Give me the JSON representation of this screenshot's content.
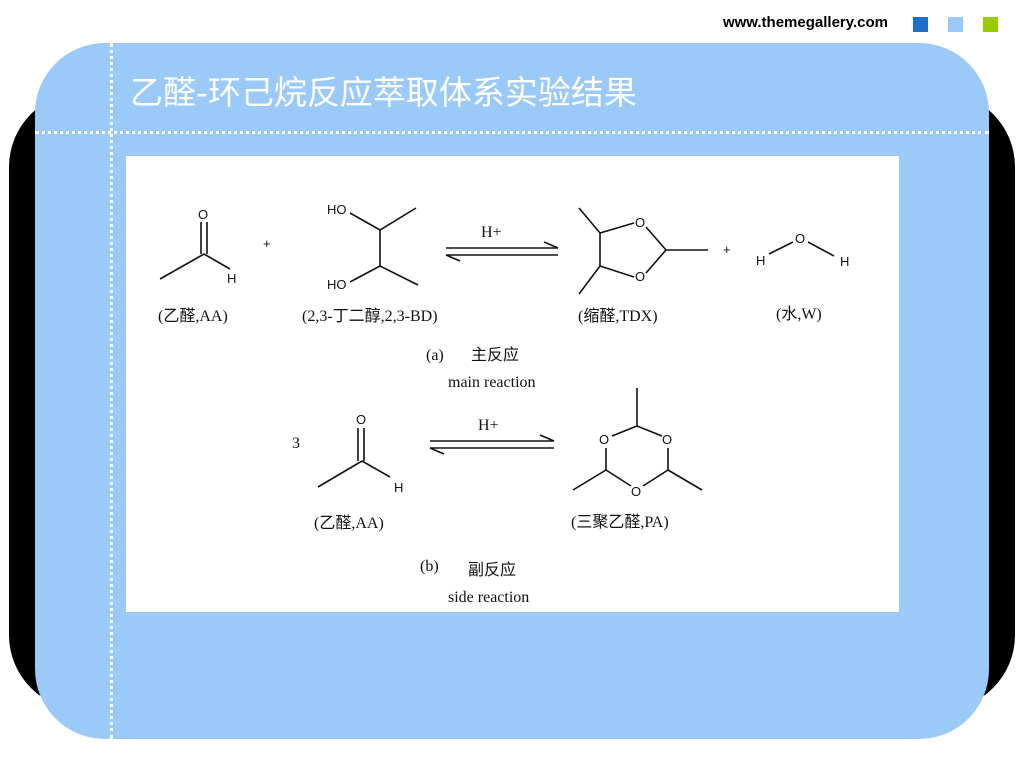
{
  "header": {
    "site_url": "www.themegallery.com",
    "squares": [
      "#1e6fc6",
      "#9ccaf8",
      "#99cc00"
    ]
  },
  "slide": {
    "title": "乙醛-环己烷反应萃取体系实验结果"
  },
  "figure": {
    "atoms": {
      "O": "O",
      "H": "H",
      "HO": "HO"
    },
    "plus": "+",
    "catalyst": "H+",
    "coefficient": "3",
    "labels": {
      "aa": "(乙醛,AA)",
      "bd": "(2,3-丁二醇,2,3-BD)",
      "tdx": "(缩醛,TDX)",
      "w": "(水,W)",
      "pa": "(三聚乙醛,PA)"
    },
    "reaction_a": {
      "tag": "(a)",
      "cn": "主反应",
      "en": "main reaction"
    },
    "reaction_b": {
      "tag": "(b)",
      "cn": "副反应",
      "en": "side reaction"
    }
  }
}
